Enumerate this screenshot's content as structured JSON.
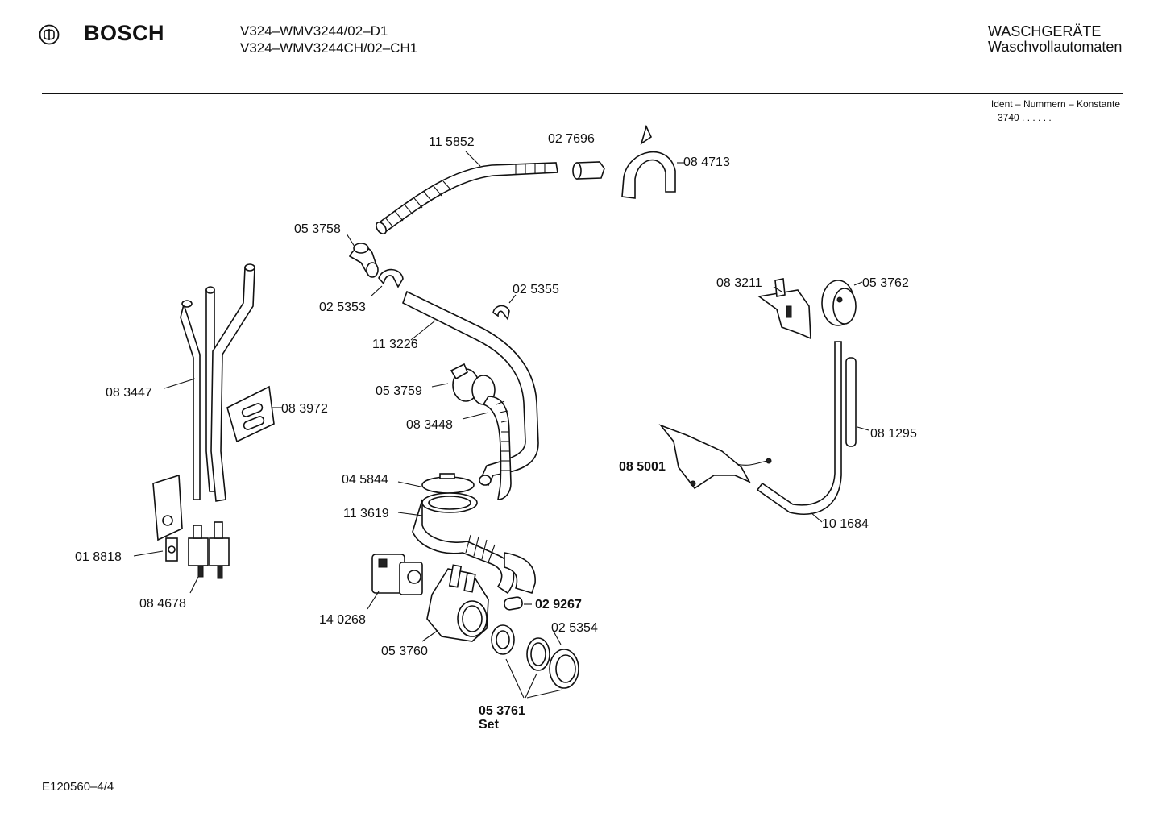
{
  "header": {
    "brand": "BOSCH",
    "logo_icon": "bosch-armature-icon",
    "model_lines": [
      "V324–WMV3244/02–D1",
      "V324–WMV3244CH/02–CH1"
    ],
    "category_lines": [
      "WASCHGERÄTE",
      "Waschvollautomaten"
    ],
    "ident_label": "Ident – Nummern – Konstante",
    "ident_value": "3740  .  .   .  .  .  ."
  },
  "parts": {
    "p115852": "11 5852",
    "p027696": "02 7696",
    "p084713": "08 4713",
    "p053758": "05 3758",
    "p025353": "02 5353",
    "p025355": "02 5355",
    "p113226": "11 3226",
    "p053759": "05 3759",
    "p083448": "08 3448",
    "p083447": "08 3447",
    "p083972": "08 3972",
    "p045844": "04 5844",
    "p113619": "11 3619",
    "p018818": "01 8818",
    "p084678": "08 4678",
    "p140268": "14 0268",
    "p029267": "02 9267",
    "p025354": "02 5354",
    "p053760": "05 3760",
    "p053761": "05 3761",
    "p053761_note": "Set",
    "p083211": "08 3211",
    "p053762": "05 3762",
    "p081295": "08 1295",
    "p085001": "08 5001",
    "p101684": "10 1684"
  },
  "footer": {
    "doc_code": "E120560–4/4"
  }
}
